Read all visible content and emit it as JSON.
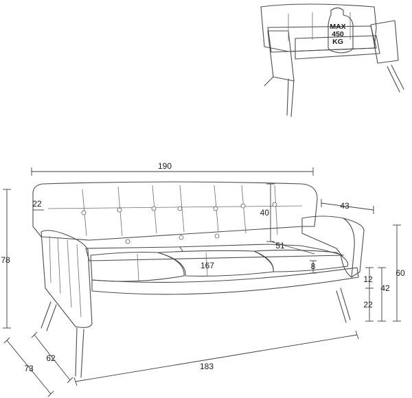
{
  "weight_tag": {
    "line1": "MAX",
    "line2": "450",
    "line3": "KG"
  },
  "dimensions": {
    "overall_width": "190",
    "arm_height_offset": "22",
    "armrest_width": "43",
    "back_height": "40",
    "seat_depth": "51",
    "seat_width": "167",
    "cushion_thickness": "8",
    "overall_height": "78",
    "arm_height": "60",
    "seat_height": "42",
    "seat_cushion": "12",
    "leg_height": "22",
    "total_depth": "73",
    "inner_depth": "62",
    "base_width": "183"
  }
}
